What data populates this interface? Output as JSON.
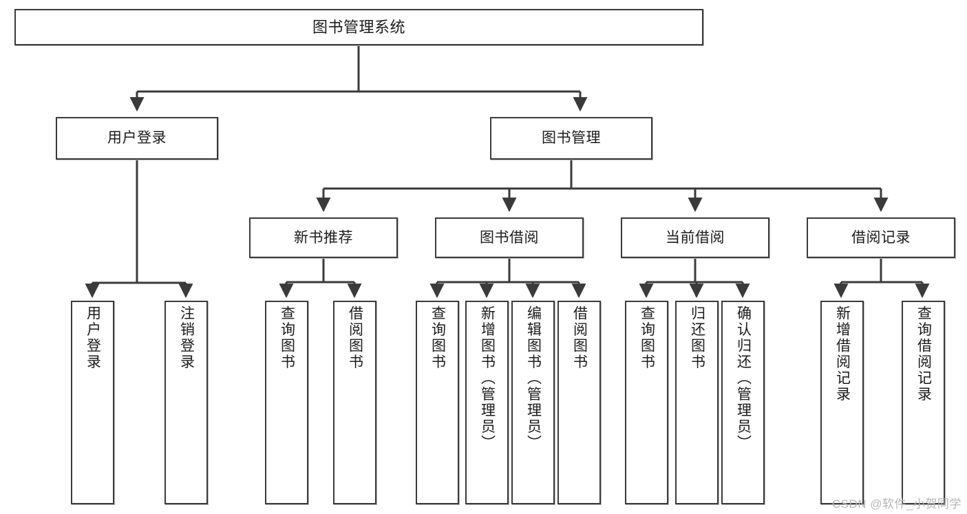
{
  "diagram": {
    "title": "图书管理系统",
    "style": {
      "box_border_color": "#3a3a3a",
      "box_fill_color": "#ffffff",
      "edge_color": "#3a3a3a",
      "background_color": "#ffffff",
      "text_color": "#1b1b1b"
    }
  },
  "nodes": {
    "root": {
      "label": "图书管理系统"
    },
    "level2": [
      {
        "id": "user-login",
        "label": "用户登录"
      },
      {
        "id": "book-management",
        "label": "图书管理"
      }
    ],
    "level3": [
      {
        "id": "new-book-recommend",
        "label": "新书推荐"
      },
      {
        "id": "book-borrow",
        "label": "图书借阅"
      },
      {
        "id": "current-borrow",
        "label": "当前借阅"
      },
      {
        "id": "borrow-record",
        "label": "借阅记录"
      }
    ],
    "leaves": {
      "user-login": [
        {
          "id": "leaf-user-login",
          "label": "用户登录"
        },
        {
          "id": "leaf-user-logout",
          "label": "注销登录"
        }
      ],
      "new-book-recommend": [
        {
          "id": "leaf-query-book-1",
          "label": "查询图书"
        },
        {
          "id": "leaf-borrow-book-1",
          "label": "借阅图书"
        }
      ],
      "book-borrow": [
        {
          "id": "leaf-query-book-2",
          "label": "查询图书"
        },
        {
          "id": "leaf-add-book",
          "label": "新增图书（管理员）"
        },
        {
          "id": "leaf-edit-book",
          "label": "编辑图书（管理员）"
        },
        {
          "id": "leaf-borrow-book-2",
          "label": "借阅图书"
        }
      ],
      "current-borrow": [
        {
          "id": "leaf-query-book-3",
          "label": "查询图书"
        },
        {
          "id": "leaf-return-book",
          "label": "归还图书"
        },
        {
          "id": "leaf-confirm-return",
          "label": "确认归还（管理员）"
        }
      ],
      "borrow-record": [
        {
          "id": "leaf-add-borrow-record",
          "label": "新增借阅记录"
        },
        {
          "id": "leaf-query-borrow-record",
          "label": "查询借阅记录"
        }
      ]
    }
  },
  "watermark": {
    "text": "CSDN @软件_小贺同学"
  }
}
